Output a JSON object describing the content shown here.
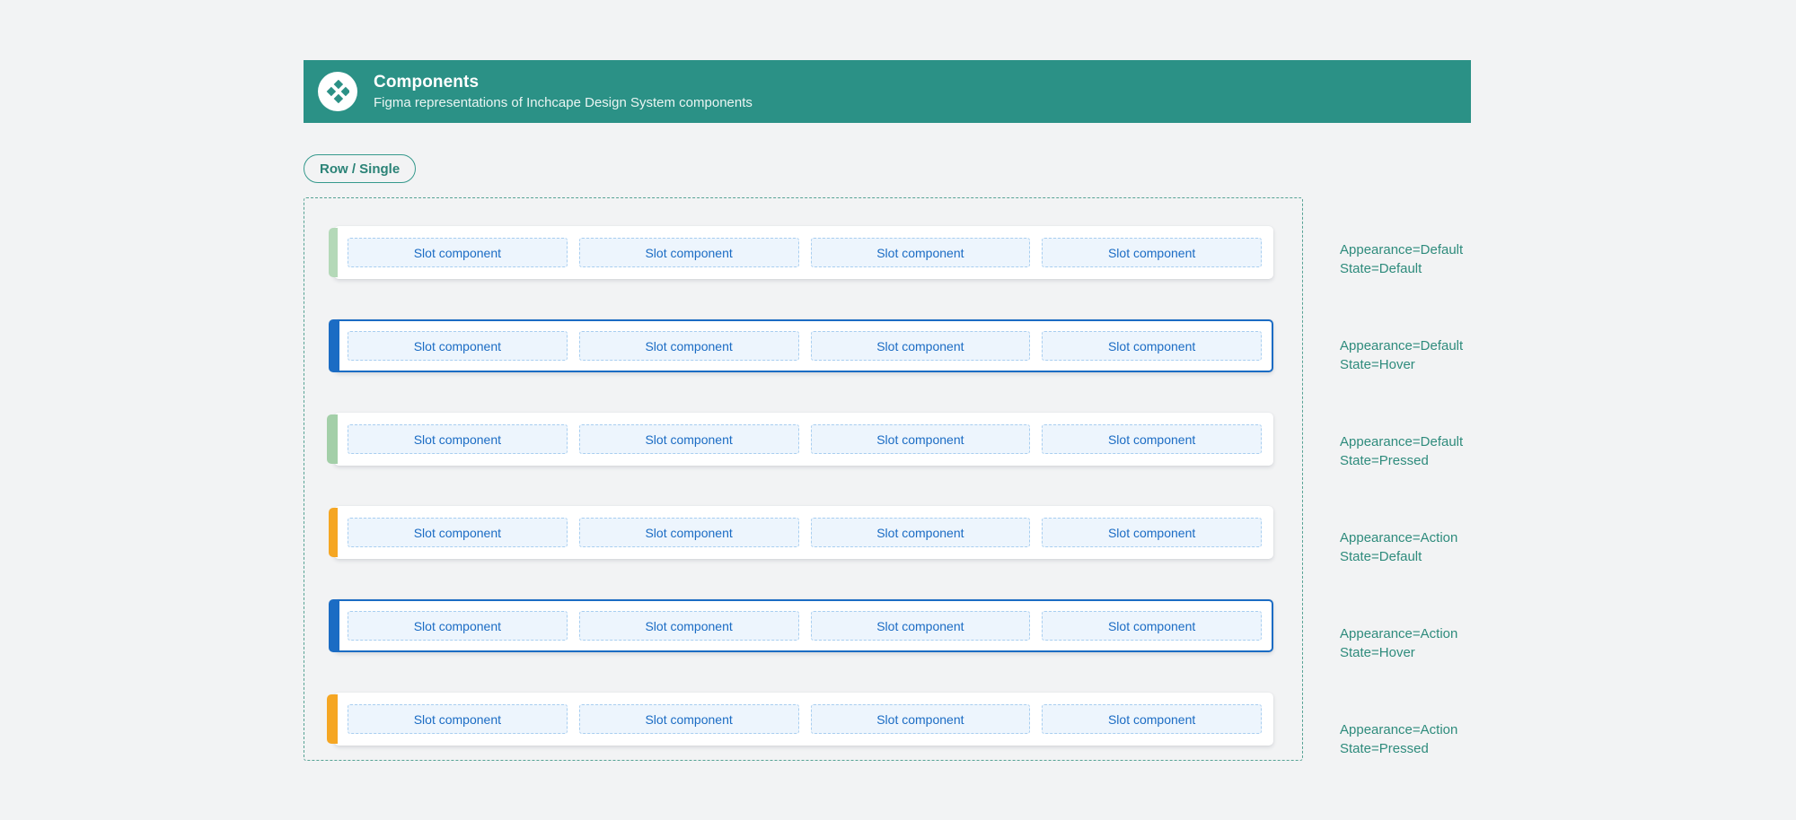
{
  "header": {
    "title": "Components",
    "subtitle": "Figma representations of Inchcape Design System components",
    "icon": "four-diamonds-icon",
    "background_color": "#2B9186",
    "title_color": "#FFFFFF"
  },
  "variant_pill": {
    "label": "Row / Single",
    "text_color": "#2B8377",
    "border_color": "#35998C"
  },
  "frame": {
    "border_color": "#56A294",
    "border_style": "dashed"
  },
  "slot": {
    "label": "Slot component",
    "background_color": "#EDF5FD",
    "border_color": "#A8CEF0",
    "text_color": "#1B6CC4",
    "count_per_row": 4
  },
  "accent_colors": {
    "default_default": "#B4D9B8",
    "default_hover": "#1B6CC4",
    "default_pressed": "#A3CFA8",
    "action_default": "#F5A623",
    "action_hover": "#1B6CC4",
    "action_pressed": "#F5A623"
  },
  "rows": [
    {
      "id": "default-default",
      "appearance": "Appearance=Default",
      "state": "State=Default",
      "state_class": "state-default",
      "accent_color": "#B4D9B8",
      "slots": [
        "Slot component",
        "Slot component",
        "Slot component",
        "Slot component"
      ]
    },
    {
      "id": "default-hover",
      "appearance": "Appearance=Default",
      "state": "State=Hover",
      "state_class": "state-hover",
      "accent_color": "#1B6CC4",
      "slots": [
        "Slot component",
        "Slot component",
        "Slot component",
        "Slot component"
      ]
    },
    {
      "id": "default-pressed",
      "appearance": "Appearance=Default",
      "state": "State=Pressed",
      "state_class": "state-pressed",
      "accent_color": "#A3CFA8",
      "slots": [
        "Slot component",
        "Slot component",
        "Slot component",
        "Slot component"
      ]
    },
    {
      "id": "action-default",
      "appearance": "Appearance=Action",
      "state": "State=Default",
      "state_class": "state-default",
      "accent_color": "#F5A623",
      "slots": [
        "Slot component",
        "Slot component",
        "Slot component",
        "Slot component"
      ]
    },
    {
      "id": "action-hover",
      "appearance": "Appearance=Action",
      "state": "State=Hover",
      "state_class": "state-hover",
      "accent_color": "#1B6CC4",
      "slots": [
        "Slot component",
        "Slot component",
        "Slot component",
        "Slot component"
      ]
    },
    {
      "id": "action-pressed",
      "appearance": "Appearance=Action",
      "state": "State=Pressed",
      "state_class": "state-pressed",
      "accent_color": "#F5A623",
      "slots": [
        "Slot component",
        "Slot component",
        "Slot component",
        "Slot component"
      ]
    }
  ]
}
